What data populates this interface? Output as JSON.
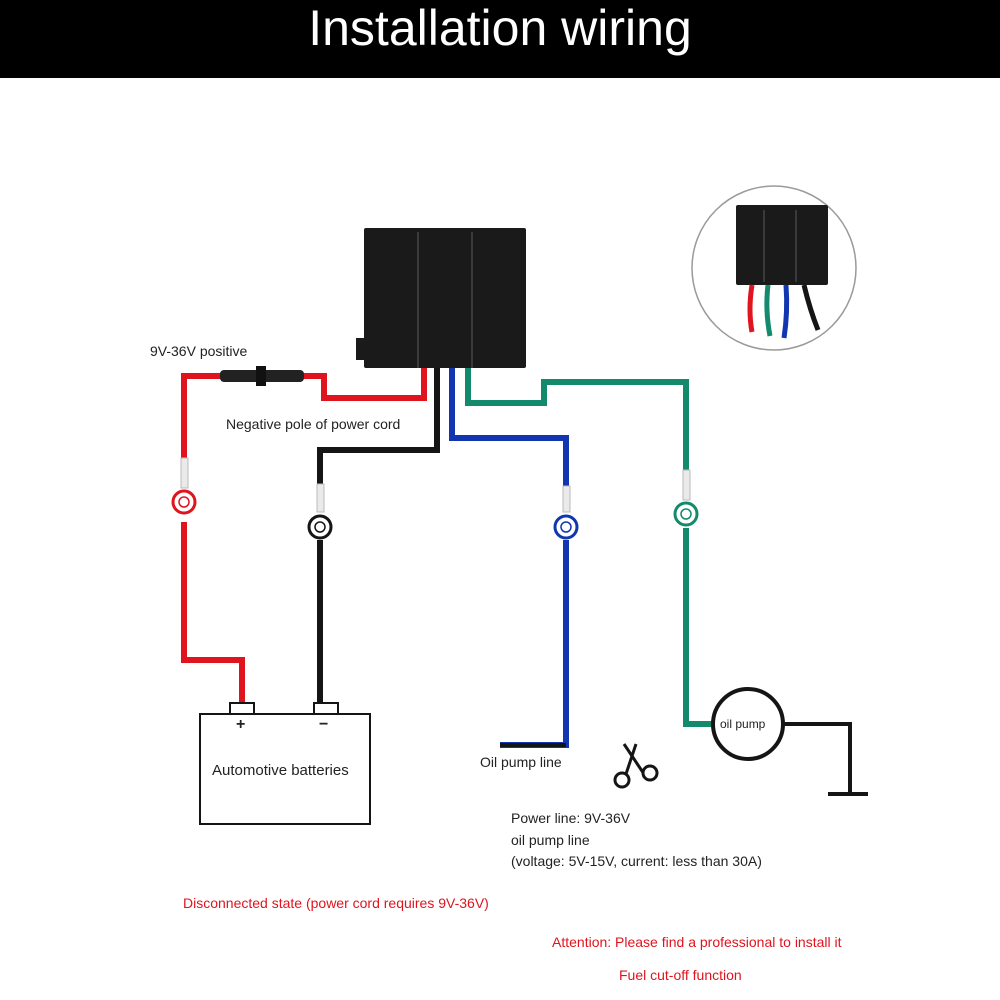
{
  "title": "Installation wiring",
  "labels": {
    "positive": "9V-36V positive",
    "negative": "Negative pole of power cord",
    "battery": "Automotive batteries",
    "plus": "+",
    "minus": "−",
    "oil_pump_line": "Oil pump line",
    "oil_pump": "oil pump"
  },
  "notes": {
    "line1": "Power line: 9V-36V",
    "line2": "oil pump line",
    "line3": "(voltage: 5V-15V, current: less than 30A)",
    "disconnected": "Disconnected state (power cord requires 9V-36V)",
    "attention": "Attention: Please find a professional to install it",
    "function": "Fuel cut-off function"
  },
  "colors": {
    "red": "#e0141e",
    "black": "#151515",
    "blue": "#1136b0",
    "green": "#138a6b",
    "module": "#1a1a1a"
  }
}
